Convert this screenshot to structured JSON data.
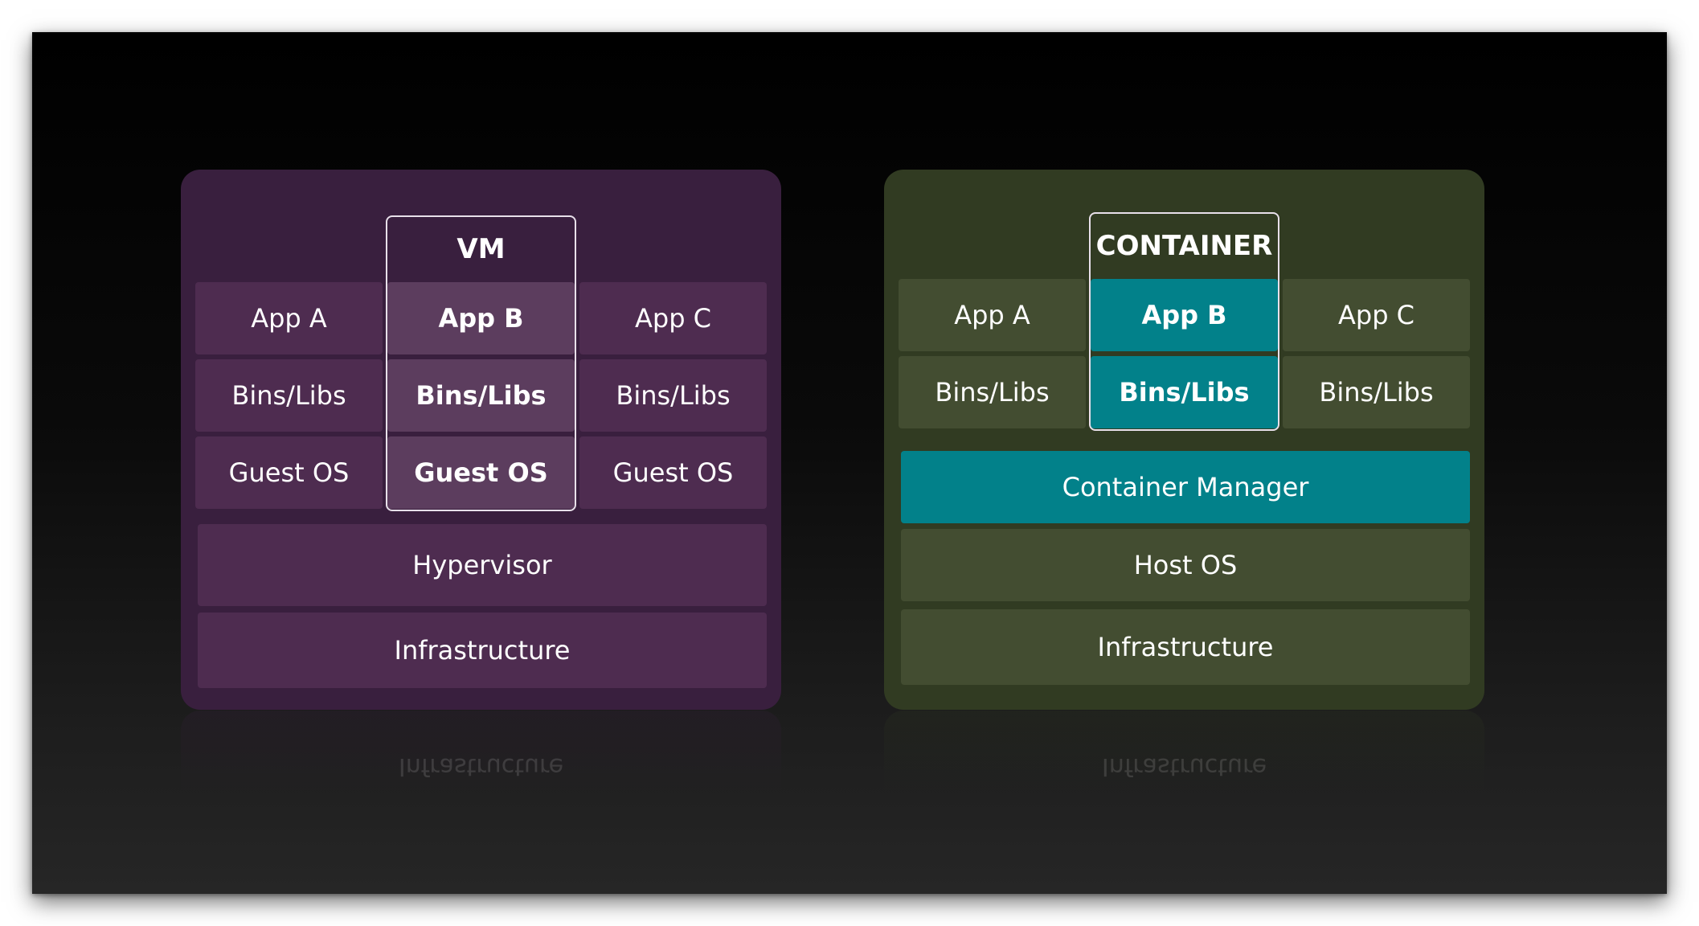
{
  "vm": {
    "title": "VM",
    "apps": [
      "App A",
      "App B",
      "App C"
    ],
    "libs": [
      "Bins/Libs",
      "Bins/Libs",
      "Bins/Libs"
    ],
    "guest_os": [
      "Guest OS",
      "Guest OS",
      "Guest OS"
    ],
    "hypervisor": "Hypervisor",
    "infrastructure": "Infrastructure",
    "reflection": "Infrastructure"
  },
  "container": {
    "title": "CONTAINER",
    "apps": [
      "App A",
      "App B",
      "App C"
    ],
    "libs": [
      "Bins/Libs",
      "Bins/Libs",
      "Bins/Libs"
    ],
    "manager": "Container Manager",
    "host_os": "Host OS",
    "infrastructure": "Infrastructure",
    "reflection": "Infrastructure"
  },
  "colors": {
    "vm_panel": "#391f3e",
    "vm_cell": "#4e2c50",
    "vm_highlight": "#5c3d5e",
    "container_panel": "#313b22",
    "container_cell": "#434d31",
    "container_accent": "#02818a"
  }
}
